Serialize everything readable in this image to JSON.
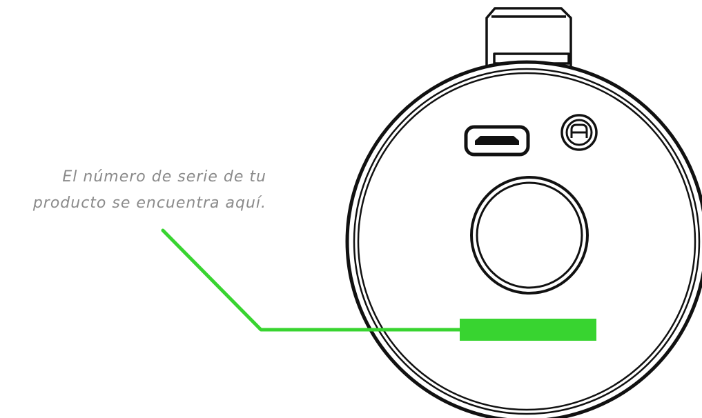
{
  "callout": {
    "line1": "El número de serie de tu",
    "line2": "producto se encuentra aquí."
  },
  "colors": {
    "outline": "#111111",
    "highlight": "#38d430",
    "caption_text": "#8a8a8a",
    "background": "#ffffff"
  },
  "labels": {
    "device": "microphone-base",
    "highlight_target": "serial-number-label"
  }
}
